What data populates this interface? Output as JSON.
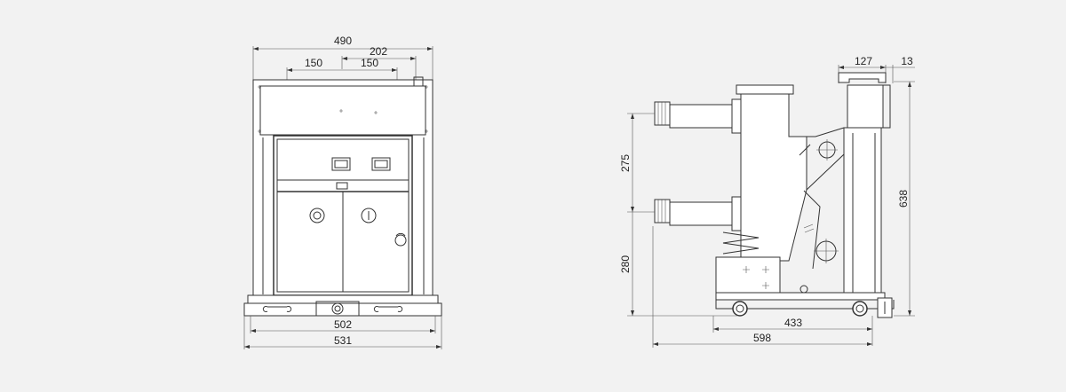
{
  "front_view": {
    "dimensions": {
      "overall_width": "490",
      "contact_offset": "202",
      "phase_spacing_left": "150",
      "phase_spacing_right": "150",
      "base_inner_width": "502",
      "base_outer_width": "531"
    }
  },
  "side_view": {
    "dimensions": {
      "top_offset": "127",
      "top_small": "13",
      "contact_spacing": "275",
      "lower_height": "280",
      "overall_height": "638",
      "wheel_base": "433",
      "overall_depth": "598"
    }
  }
}
